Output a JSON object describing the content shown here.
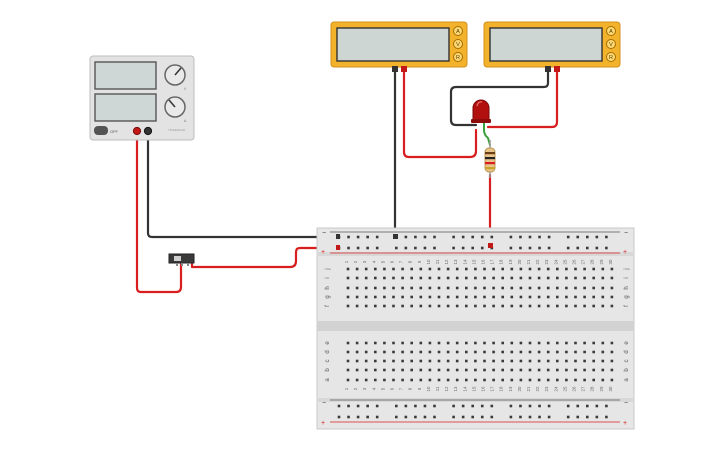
{
  "power_supply": {
    "knob_labels": [
      "V",
      "A"
    ],
    "switch_label": "OFF",
    "brand": "TINKERCAD"
  },
  "multimeters": [
    {
      "id": "left",
      "mode_labels": [
        "A",
        "V",
        "R"
      ]
    },
    {
      "id": "right",
      "mode_labels": [
        "A",
        "V",
        "R"
      ]
    }
  ],
  "breadboard": {
    "columns": 30,
    "column_labels": [
      "1",
      "2",
      "3",
      "4",
      "5",
      "6",
      "7",
      "8",
      "9",
      "10",
      "11",
      "12",
      "13",
      "14",
      "15",
      "16",
      "17",
      "18",
      "19",
      "20",
      "21",
      "22",
      "23",
      "24",
      "25",
      "26",
      "27",
      "28",
      "29",
      "30"
    ],
    "row_labels_top": [
      "j",
      "i",
      "h",
      "g",
      "f"
    ],
    "row_labels_bottom": [
      "e",
      "d",
      "c",
      "b",
      "a"
    ],
    "rail_minus": "−",
    "rail_plus": "+"
  },
  "colors": {
    "wire_red": "#d81e1e",
    "wire_black": "#333333",
    "multimeter_body": "#f3b22c",
    "breadboard_body": "#e6e6e6",
    "led": "#b20f0f"
  }
}
